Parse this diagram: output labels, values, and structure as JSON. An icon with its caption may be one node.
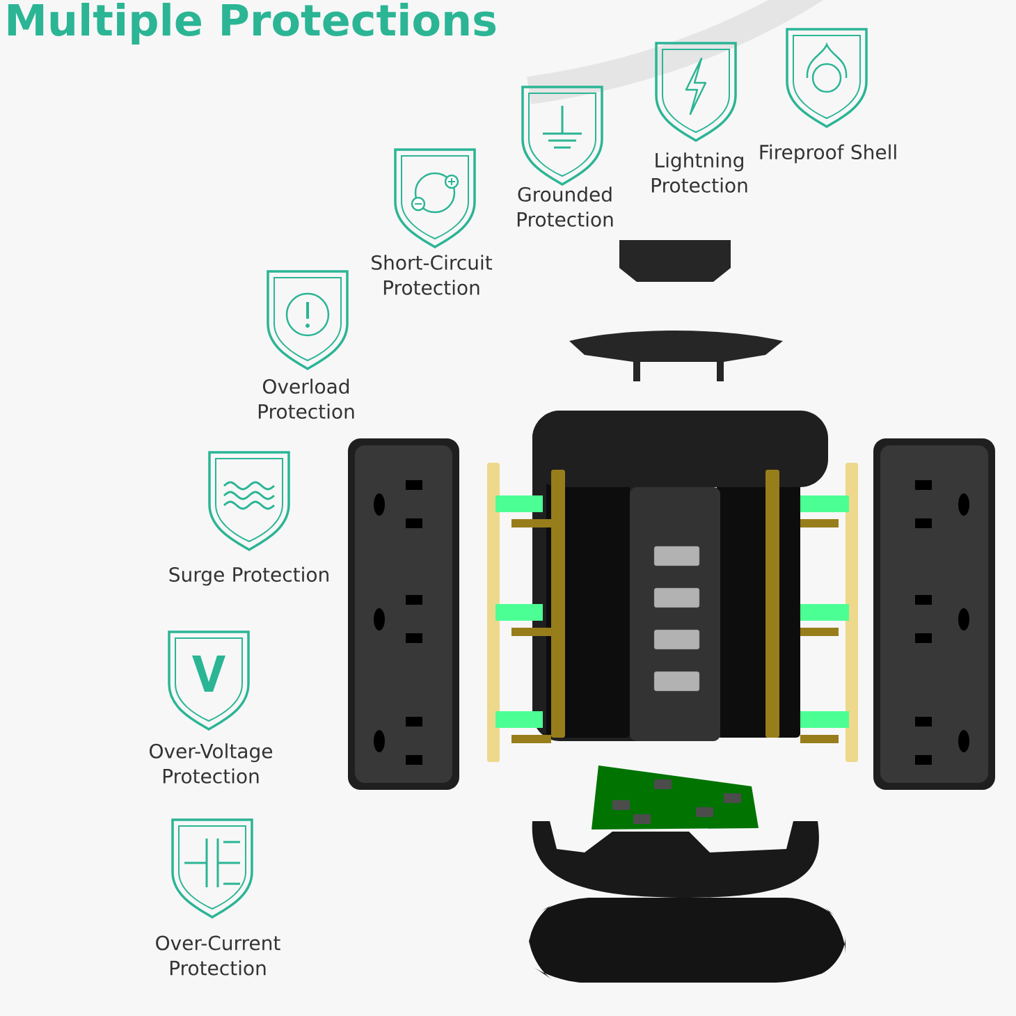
{
  "diagram": {
    "title": "Multiple Protections",
    "labels": [
      "Fireproof Shell",
      "Lightning Protection",
      "Grounded Protection",
      "Short-Circuit Protection",
      "Overload Protection",
      "Surge Protection",
      "Over-Voltage Protection",
      "Over-Current Protection"
    ]
  }
}
